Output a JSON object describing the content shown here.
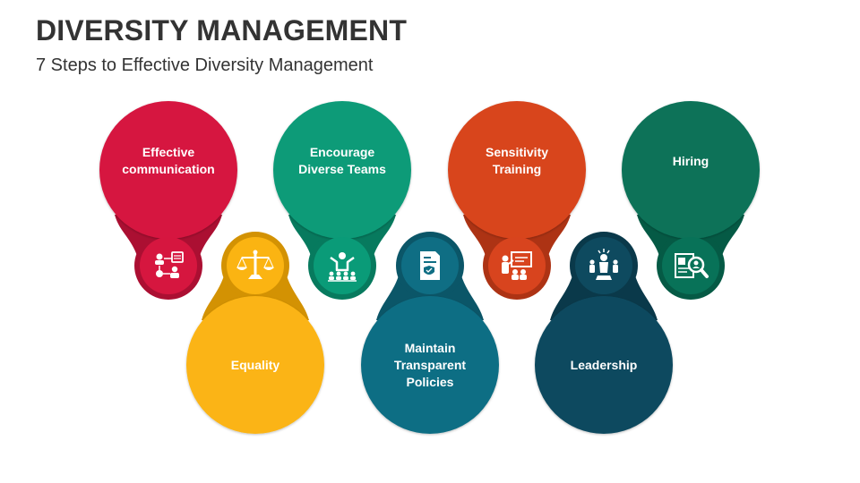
{
  "title": "DIVERSITY MANAGEMENT",
  "subtitle": "7 Steps to Effective Diversity Management",
  "steps": [
    {
      "lines": [
        "Effective",
        "communication"
      ],
      "color": "#d6163f",
      "neck": "#ab0f32",
      "icon": "org-chart-icon"
    },
    {
      "lines": [
        "Equality"
      ],
      "color": "#fbb412",
      "neck": "#d39203",
      "icon": "balance-scale-icon"
    },
    {
      "lines": [
        "Encourage",
        "Diverse Teams"
      ],
      "color": "#0a9b78",
      "neck": "#077a5e",
      "icon": "team-leader-icon"
    },
    {
      "lines": [
        "Maintain",
        "Transparent",
        "Policies"
      ],
      "color": "#0f6e84",
      "neck": "#0b5668",
      "icon": "policy-document-icon"
    },
    {
      "lines": [
        "Sensitivity",
        "Training"
      ],
      "color": "#d8441e",
      "neck": "#ad3314",
      "icon": "presentation-icon"
    },
    {
      "lines": [
        "Leadership"
      ],
      "color": "#0e4a5f",
      "neck": "#0a394a",
      "icon": "leader-spotlight-icon"
    },
    {
      "lines": [
        "Hiring"
      ],
      "color": "#087258",
      "neck": "#055a45",
      "icon": "resume-search-icon"
    }
  ]
}
